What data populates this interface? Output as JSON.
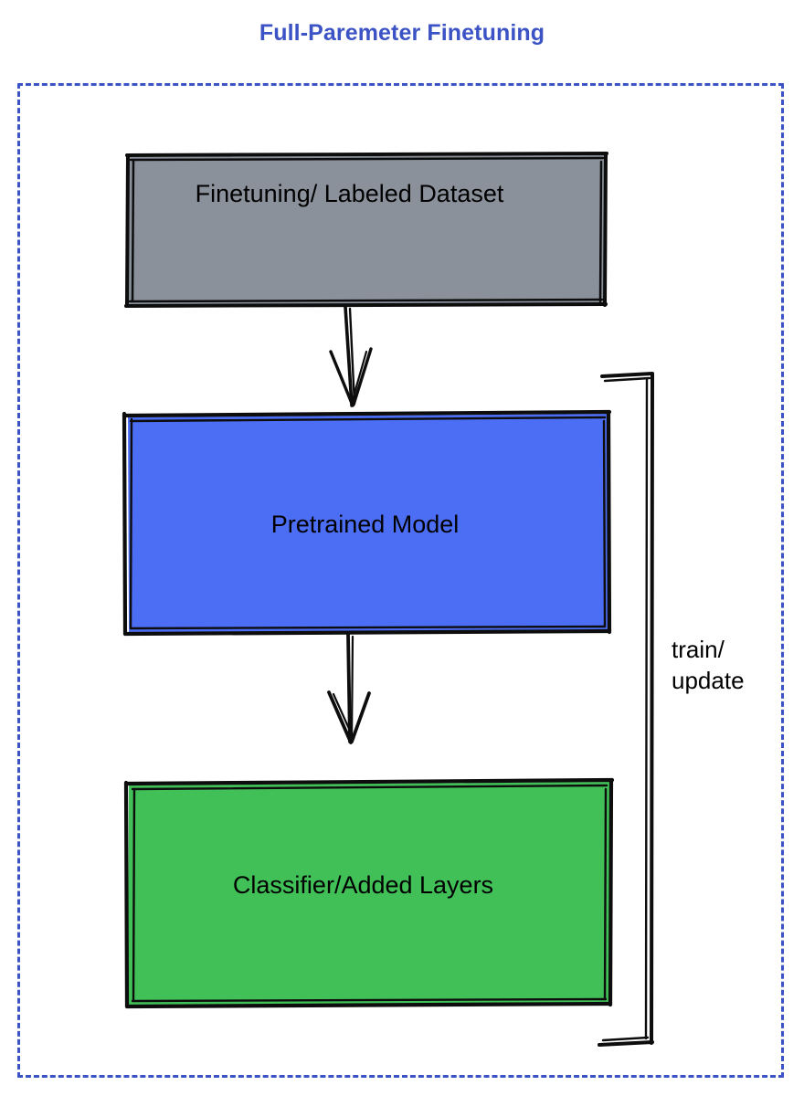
{
  "page": {
    "title": "Full-Paremeter Finetuning",
    "background_color": "#ffffff"
  },
  "frame": {
    "name": "dashed-container",
    "border_color": "#3b53c4",
    "border_style": "dashed"
  },
  "colors": {
    "title_blue": "#3b53c4",
    "dataset_gray": "#8a919b",
    "pretrained_blue": "#4c6ef5",
    "classifier_green": "#40c057",
    "stroke_black": "#0d0d0d"
  },
  "nodes": [
    {
      "id": "dataset",
      "label": "Finetuning/ Labeled Dataset",
      "fill": "#8a919b"
    },
    {
      "id": "pretrained",
      "label": "Pretrained Model",
      "fill": "#4c6ef5"
    },
    {
      "id": "classifier",
      "label": "Classifier/Added Layers",
      "fill": "#40c057"
    }
  ],
  "edges": [
    {
      "id": "dataset-to-pretrained",
      "from": "dataset",
      "to": "pretrained",
      "label": "",
      "style": "arrow-down"
    },
    {
      "id": "pretrained-to-classifier",
      "from": "pretrained",
      "to": "classifier",
      "label": "",
      "style": "arrow-down"
    },
    {
      "id": "classifier-to-pretrained-feedback",
      "from": "classifier",
      "to": "pretrained",
      "label": "train/\nupdate",
      "style": "bracket-right"
    }
  ]
}
